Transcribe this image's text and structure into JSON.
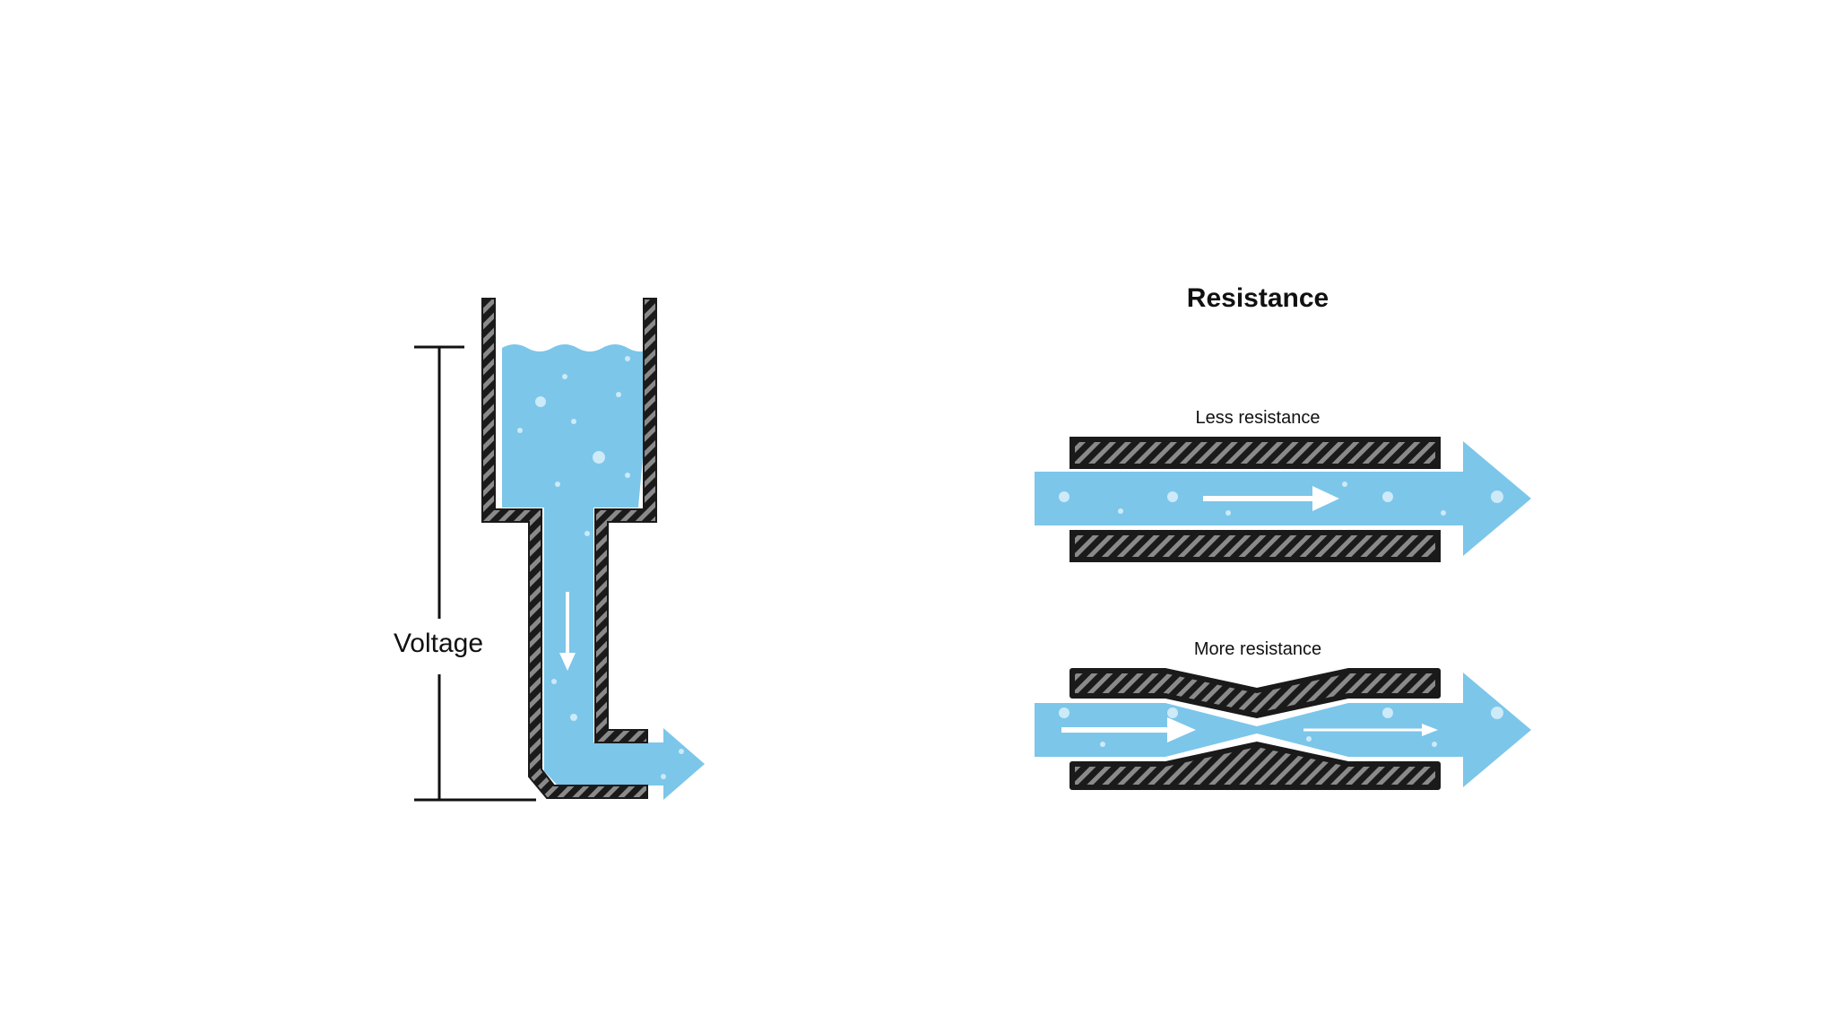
{
  "voltage_diagram": {
    "label": "Voltage"
  },
  "resistance_diagram": {
    "title": "Resistance",
    "less_label": "Less resistance",
    "more_label": "More resistance"
  },
  "colors": {
    "water": "#7cc6ea",
    "pipe": "#1a1a1a",
    "stripe": "#8a8a8a",
    "arrow": "#ffffff",
    "bubble": "#cdeaf8",
    "text": "#111111"
  }
}
